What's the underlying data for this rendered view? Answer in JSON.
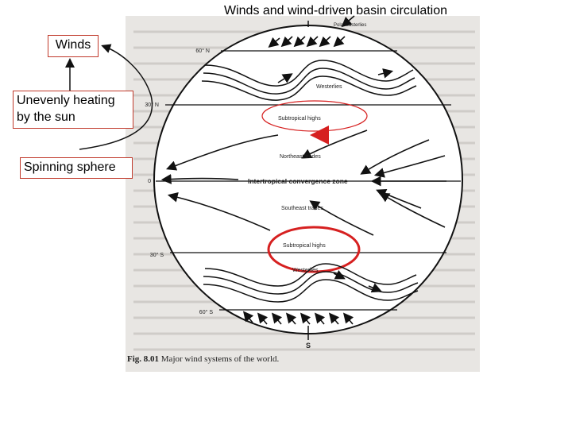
{
  "slide": {
    "title": "Winds and wind-driven basin circulation"
  },
  "concept_map": {
    "winds": "Winds",
    "uneven_heating_line1": "Unevenly heating",
    "uneven_heating_line2": "by the sun",
    "spinning_sphere": "Spinning sphere"
  },
  "figure": {
    "latitudes": {
      "lat_60n": "60° N",
      "lat_30n": "30° N",
      "lat_0": "0",
      "lat_30s": "30° S",
      "lat_60s": "60° S"
    },
    "poles": {
      "south": "S"
    },
    "zones": {
      "polar_easterlies": "Polar easterlies",
      "westerlies_north": "Westerlies",
      "subtropical_highs_north": "Subtropical highs",
      "northeast_trades": "Northeast trades",
      "itcz": "Intertropical convergence zone",
      "southeast_trades": "Southeast trades",
      "subtropical_highs_south": "Subtropical highs",
      "westerlies_south": "Westerlies"
    },
    "caption_prefix": "Fig. 8.01",
    "caption_text": "Major wind systems of the world."
  },
  "colors": {
    "highlight_red": "#d62020",
    "box_border": "#c0392b",
    "page_tint": "#e8e6e3"
  }
}
